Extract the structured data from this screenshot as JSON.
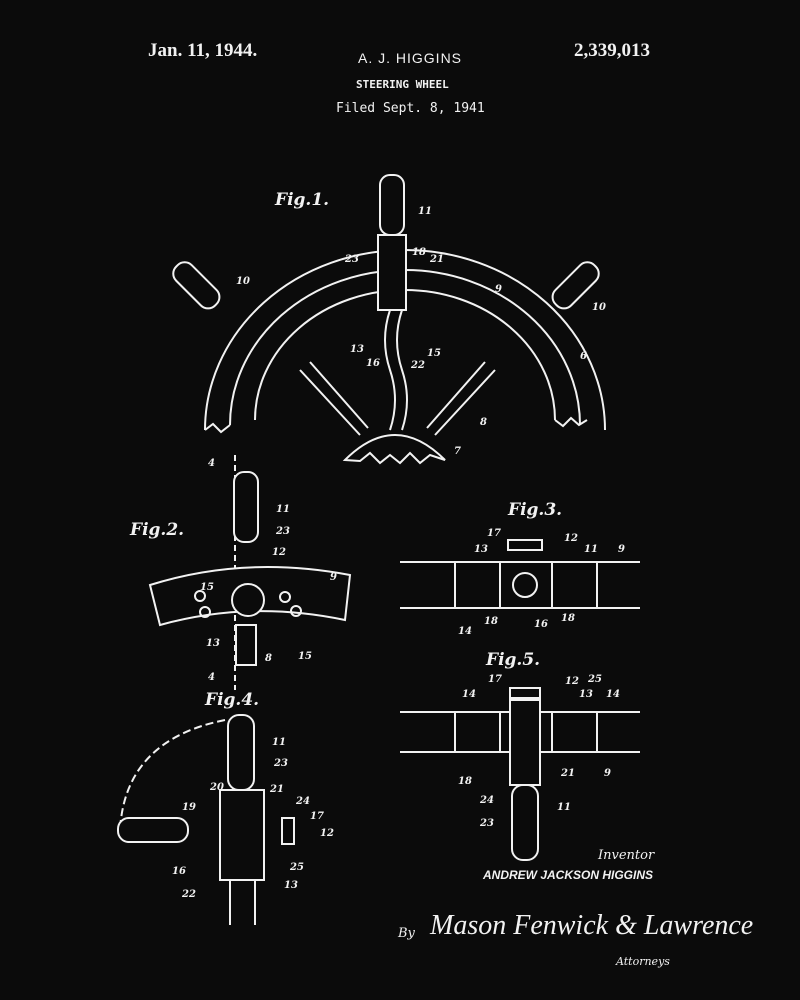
{
  "header": {
    "date": "Jan. 11, 1944.",
    "inventor": "A. J. HIGGINS",
    "patent_number": "2,339,013",
    "title": "STEERING WHEEL",
    "filed": "Filed Sept. 8, 1941"
  },
  "figures": {
    "fig1": {
      "label": "Fig.1.",
      "refs": [
        "11",
        "23",
        "18",
        "21",
        "10",
        "9",
        "10",
        "13",
        "16",
        "22",
        "15",
        "6",
        "8",
        "7"
      ]
    },
    "fig2": {
      "label": "Fig.2.",
      "refs": [
        "11",
        "23",
        "12",
        "15",
        "9",
        "13",
        "8",
        "15",
        "4",
        "4"
      ]
    },
    "fig3": {
      "label": "Fig.3.",
      "refs": [
        "17",
        "12",
        "13",
        "11",
        "9",
        "14",
        "18",
        "16",
        "18"
      ]
    },
    "fig4": {
      "label": "Fig.4.",
      "refs": [
        "11",
        "23",
        "20",
        "21",
        "19",
        "24",
        "17",
        "12",
        "25",
        "16",
        "13",
        "22"
      ]
    },
    "fig5": {
      "label": "Fig.5.",
      "refs": [
        "17",
        "12",
        "25",
        "14",
        "13",
        "14",
        "18",
        "21",
        "9",
        "24",
        "23",
        "11"
      ]
    }
  },
  "footer": {
    "inventor_label": "Inventor",
    "inventor_name": "ANDREW JACKSON HIGGINS",
    "by": "By",
    "signature": "Mason Fenwick & Lawrence",
    "attorneys": "Attorneys"
  }
}
